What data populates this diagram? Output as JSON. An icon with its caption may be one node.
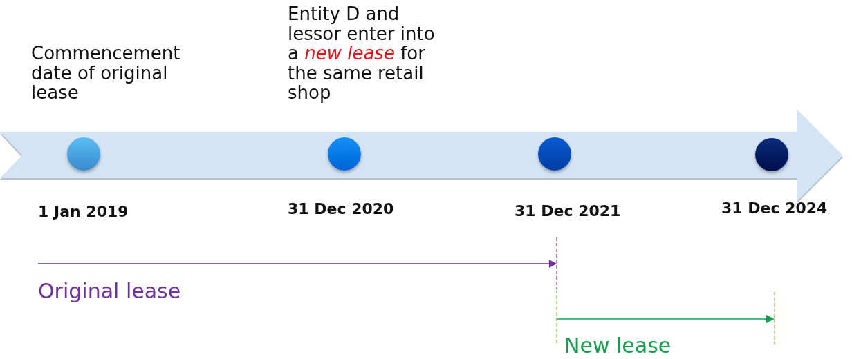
{
  "diagram": {
    "nodes": [
      {
        "text": [],
        "shape": "arrow"
      },
      {
        "text": [],
        "shape": "circle",
        "in": 0,
        "beside": [
          "Commencement date of original lease",
          "1 Jan 2019"
        ]
      },
      {
        "text": [],
        "shape": "circle",
        "in": 0,
        "beside": [
          "Entity D and lessor enter into a *new lease* for the same retail shop",
          "31 Dec 2020"
        ]
      },
      {
        "text": [],
        "shape": "circle",
        "in": 0,
        "beside": [
          "31 Dec 2021"
        ]
      },
      {
        "text": [],
        "shape": "circle",
        "in": 0,
        "beside": [
          "31 Dec 2024"
        ]
      }
    ],
    "labels": [
      "Original lease",
      "New lease"
    ]
  }
}
